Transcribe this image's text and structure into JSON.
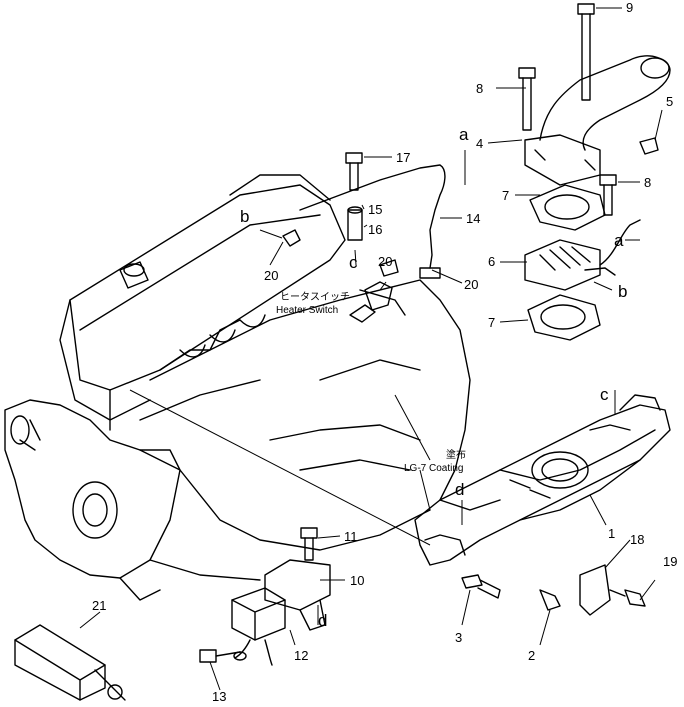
{
  "diagram": {
    "part_numbers": [
      "1",
      "2",
      "3",
      "4",
      "5",
      "6",
      "7",
      "7",
      "8",
      "8",
      "9",
      "10",
      "11",
      "12",
      "13",
      "14",
      "15",
      "16",
      "17",
      "18",
      "19",
      "20",
      "20",
      "20",
      "21"
    ],
    "letters": [
      "a",
      "a",
      "b",
      "b",
      "c",
      "c",
      "d",
      "d"
    ],
    "notes": {
      "heater_switch_jp": "ヒータスイッチ",
      "heater_switch_en": "Heater Switch",
      "coating_jp": "塗布",
      "coating_en": "LG-7 Coating"
    }
  }
}
